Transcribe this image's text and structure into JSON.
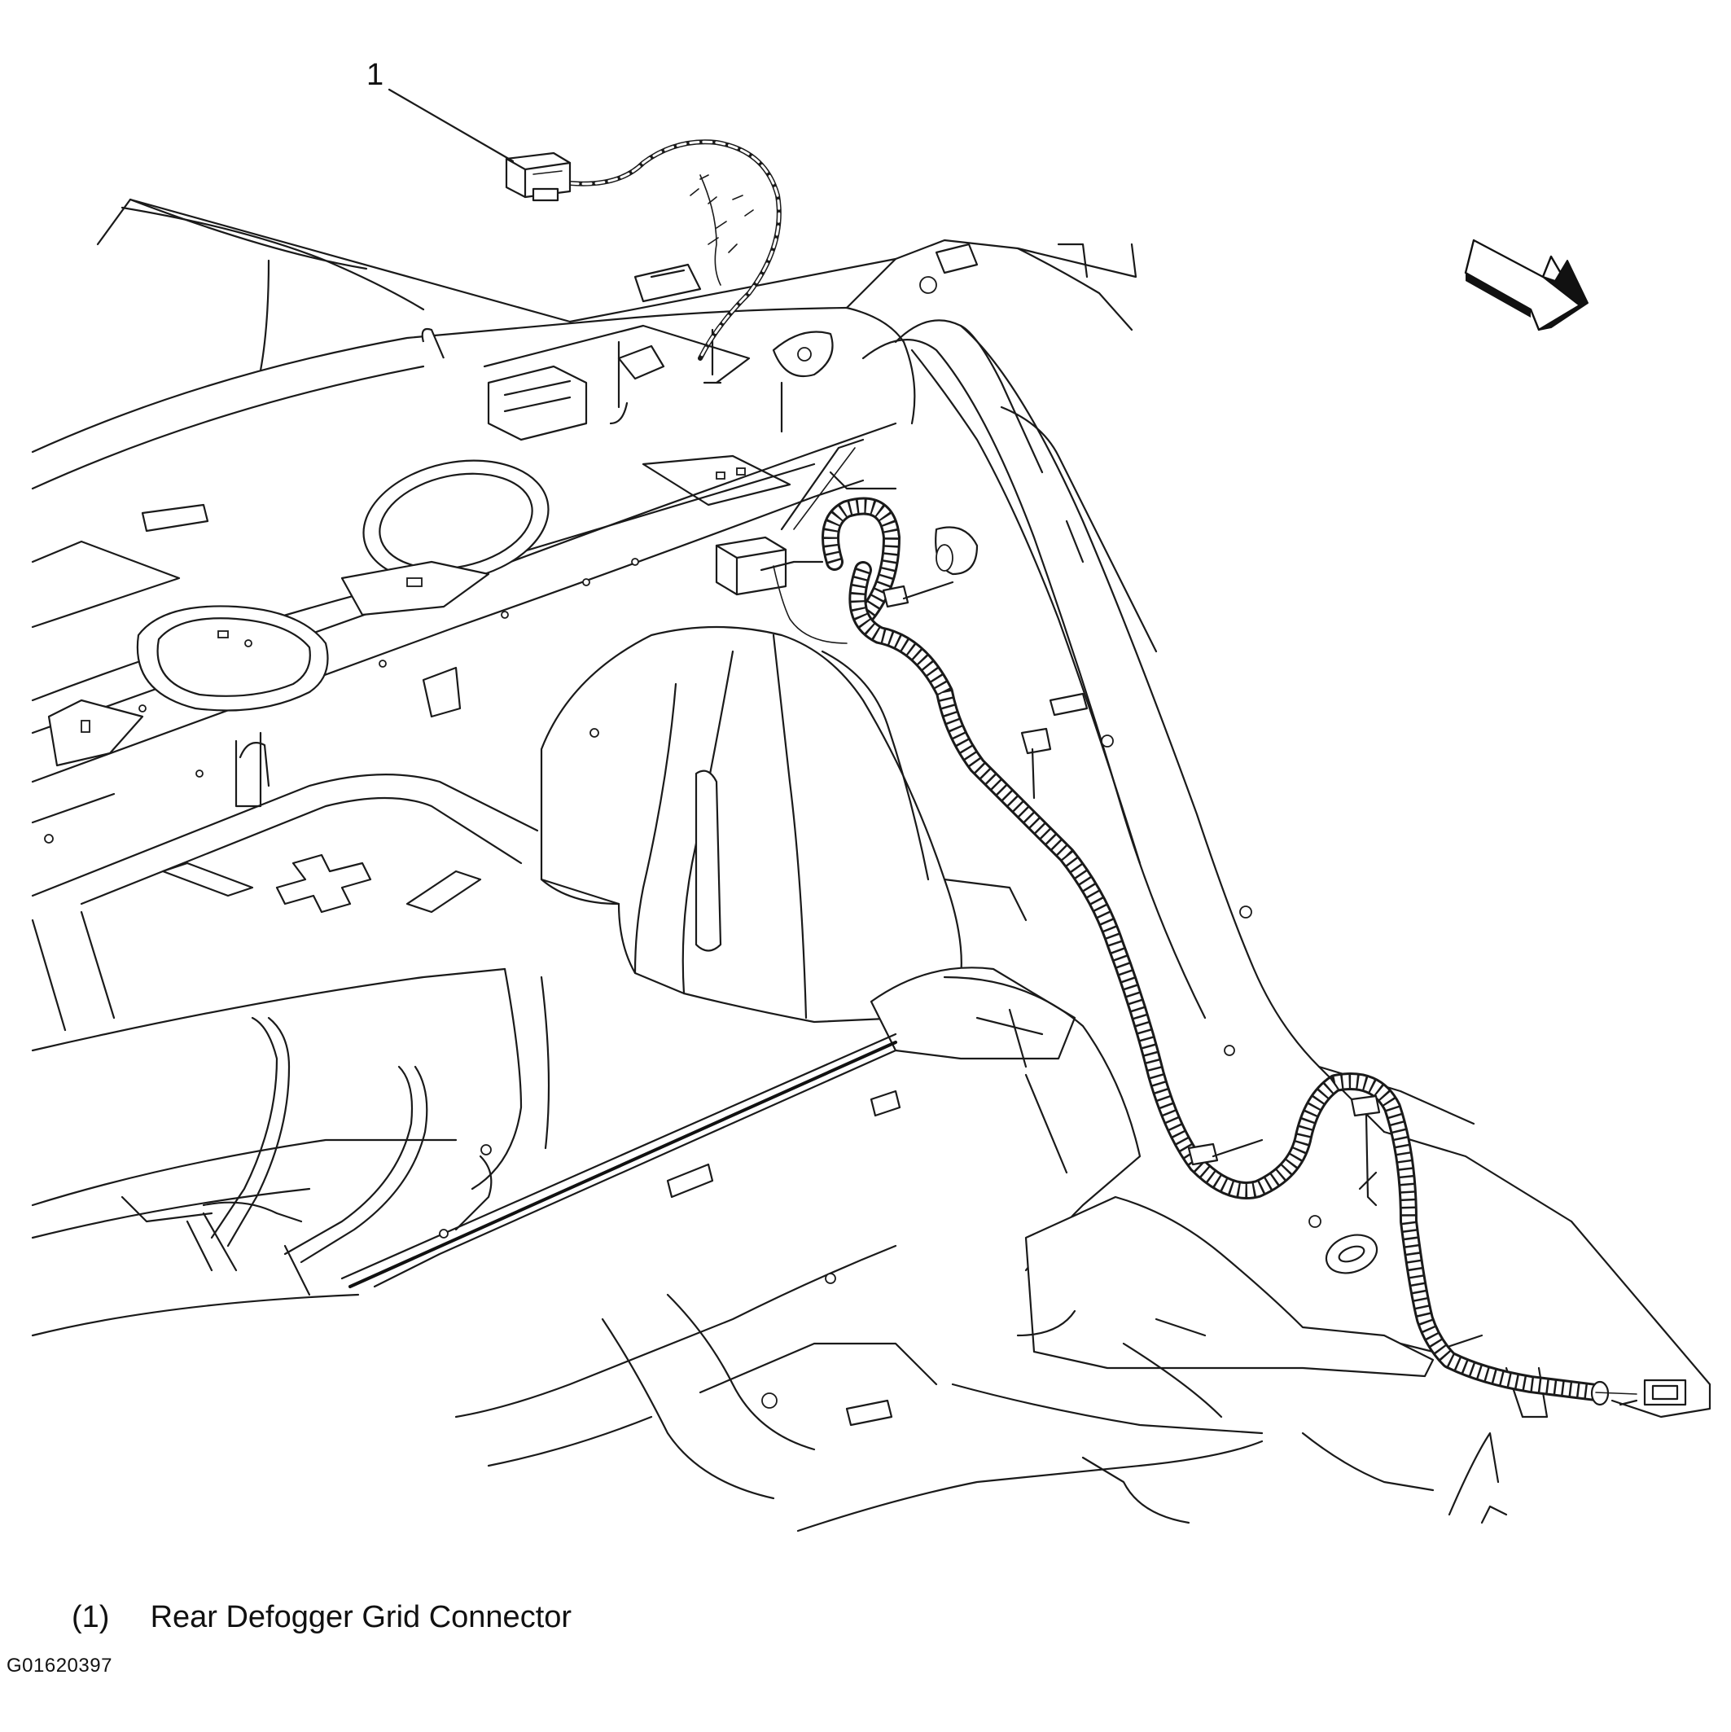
{
  "diagram": {
    "callout": {
      "number": "1"
    },
    "legend": [
      {
        "number": "(1)",
        "label": "Rear Defogger Grid Connector"
      }
    ],
    "figure_id": "G01620397",
    "icons": [
      "view-direction-arrow-icon",
      "connector-icon"
    ]
  }
}
